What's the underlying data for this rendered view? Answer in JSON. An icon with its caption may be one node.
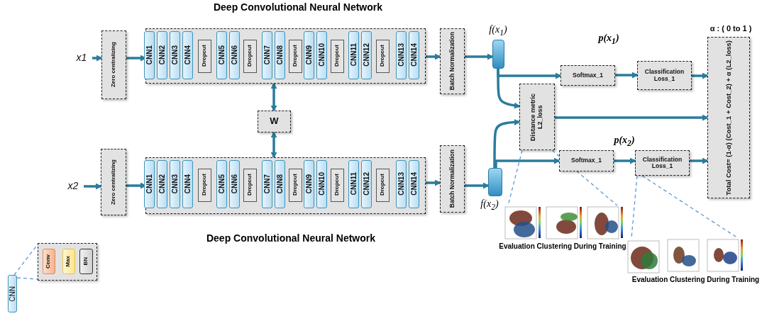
{
  "diagram": {
    "title": "Deep Convolutional Neural Network",
    "nodes": [
      {
        "text": [
          "x1"
        ]
      },
      {
        "text": [
          "Zero centralizing"
        ]
      },
      {
        "text": [],
        "shape": "box"
      },
      {
        "text": [
          "CNN1"
        ],
        "in": 2
      },
      {
        "text": [
          "CNN2"
        ],
        "in": 2
      },
      {
        "text": [
          "CNN3"
        ],
        "in": 2
      },
      {
        "text": [
          "CNN4"
        ],
        "in": 2
      },
      {
        "text": [
          "Dropout"
        ],
        "in": 2
      },
      {
        "text": [
          "CNN5"
        ],
        "in": 2
      },
      {
        "text": [
          "CNN6"
        ],
        "in": 2
      },
      {
        "text": [
          "Dropout"
        ],
        "in": 2
      },
      {
        "text": [
          "CNN7"
        ],
        "in": 2
      },
      {
        "text": [
          "CNN8"
        ],
        "in": 2
      },
      {
        "text": [
          "Dropout"
        ],
        "in": 2
      },
      {
        "text": [
          "CNN9"
        ],
        "in": 2
      },
      {
        "text": [
          "CNN10"
        ],
        "in": 2
      },
      {
        "text": [
          "Dropout"
        ],
        "in": 2
      },
      {
        "text": [
          "CNN11"
        ],
        "in": 2
      },
      {
        "text": [
          "CNN12"
        ],
        "in": 2
      },
      {
        "text": [
          "Dropout"
        ],
        "in": 2
      },
      {
        "text": [
          "CNN13"
        ],
        "in": 2
      },
      {
        "text": [
          "CNN14"
        ],
        "in": 2
      },
      {
        "text": [
          "Batch Normalization"
        ]
      },
      {
        "text": [],
        "shape": "box",
        "beside": [
          "f(x$_{1}$)"
        ]
      },
      {
        "text": [
          "W"
        ]
      },
      {
        "text": [
          "x2"
        ]
      },
      {
        "text": [
          "Zero centralizing"
        ]
      },
      {
        "text": [],
        "shape": "box"
      },
      {
        "text": [
          "CNN1"
        ],
        "in": 27
      },
      {
        "text": [
          "CNN2"
        ],
        "in": 27
      },
      {
        "text": [
          "CNN3"
        ],
        "in": 27
      },
      {
        "text": [
          "CNN4"
        ],
        "in": 27
      },
      {
        "text": [
          "Dropout"
        ],
        "in": 27
      },
      {
        "text": [
          "CNN5"
        ],
        "in": 27
      },
      {
        "text": [
          "CNN6"
        ],
        "in": 27
      },
      {
        "text": [
          "Dropout"
        ],
        "in": 27
      },
      {
        "text": [
          "CNN7"
        ],
        "in": 27
      },
      {
        "text": [
          "CNN8"
        ],
        "in": 27
      },
      {
        "text": [
          "Dropout"
        ],
        "in": 27
      },
      {
        "text": [
          "CNN9"
        ],
        "in": 27
      },
      {
        "text": [
          "CNN10"
        ],
        "in": 27
      },
      {
        "text": [
          "Dropout"
        ],
        "in": 27
      },
      {
        "text": [
          "CNN11"
        ],
        "in": 27
      },
      {
        "text": [
          "CNN12"
        ],
        "in": 27
      },
      {
        "text": [
          "Dropout"
        ],
        "in": 27
      },
      {
        "text": [
          "CNN13"
        ],
        "in": 27
      },
      {
        "text": [
          "CNN14"
        ],
        "in": 27
      },
      {
        "text": [
          "Batch Normalization"
        ]
      },
      {
        "text": [],
        "shape": "box",
        "beside": [
          "f(x$_{2}$)"
        ]
      },
      {
        "text": [
          "Softmax_1"
        ]
      },
      {
        "text": [
          "Classification Loss_1"
        ]
      },
      {
        "text": [
          "Distance metric L2_loss"
        ]
      },
      {
        "text": [
          "Softmax_1"
        ]
      },
      {
        "text": [
          "Classification Loss_1"
        ]
      },
      {
        "text": [
          "Total Cost= (1-α) (Cost_1 + Cost_2) + α (L2_loss)"
        ],
        "beside": [
          "α : ( 0 to 1 )"
        ]
      },
      {
        "text": [],
        "shape": "picture",
        "beside": [
          "Evaluation Clustering During Training"
        ]
      },
      {
        "text": [],
        "shape": "picture",
        "beside": [
          "Evaluation Clustering During Training"
        ]
      },
      {
        "text": [
          "CNN"
        ]
      },
      {
        "text": [],
        "shape": "box"
      },
      {
        "text": [
          "Conv"
        ],
        "in": 58
      },
      {
        "text": [
          "Max"
        ],
        "in": 58
      },
      {
        "text": [
          "BN"
        ],
        "in": 58
      }
    ],
    "edges": [
      {
        "from": 0,
        "to": 1,
        "arrow": "to"
      },
      {
        "from": 1,
        "to": 2,
        "arrow": "to"
      },
      {
        "from": 2,
        "to": 22,
        "arrow": "to"
      },
      {
        "from": 22,
        "to": 23,
        "arrow": "to"
      },
      {
        "from": 23,
        "to": 49,
        "arrow": "to"
      },
      {
        "from": 23,
        "to": 51,
        "arrow": "to"
      },
      {
        "from": 49,
        "to": 50,
        "arrow": "to"
      },
      {
        "from": 50,
        "to": 54,
        "arrow": "to"
      },
      {
        "from": 51,
        "to": 54,
        "arrow": "to"
      },
      {
        "from": 24,
        "to": 2,
        "arrow": "both"
      },
      {
        "from": 24,
        "to": 27,
        "arrow": "both"
      },
      {
        "from": 25,
        "to": 26,
        "arrow": "to"
      },
      {
        "from": 26,
        "to": 27,
        "arrow": "to"
      },
      {
        "from": 27,
        "to": 47,
        "arrow": "to"
      },
      {
        "from": 47,
        "to": 48,
        "arrow": "to"
      },
      {
        "from": 48,
        "to": 51,
        "arrow": "to"
      },
      {
        "from": 48,
        "to": 52,
        "arrow": "to"
      },
      {
        "from": 52,
        "to": 53,
        "arrow": "to"
      },
      {
        "from": 53,
        "to": 54,
        "arrow": "to"
      },
      {
        "from": 51,
        "to": 55,
        "arrow": "none",
        "style": "dashed",
        "color": "#5b9bd5"
      },
      {
        "from": 51,
        "to": 55,
        "arrow": "none",
        "style": "dashed",
        "color": "#5b9bd5"
      },
      {
        "from": 53,
        "to": 56,
        "arrow": "none",
        "style": "dashed",
        "color": "#5b9bd5"
      },
      {
        "from": 53,
        "to": 56,
        "arrow": "none",
        "style": "dashed",
        "color": "#5b9bd5"
      },
      {
        "from": 57,
        "to": 58,
        "arrow": "none",
        "style": "dashed",
        "color": "#5b9bd5"
      },
      {
        "from": 57,
        "to": 58,
        "arrow": "none",
        "style": "dashed",
        "color": "#5b9bd5"
      }
    ],
    "labels": [
      "p(x$_{1}$)",
      "p(x$_{2}$)",
      "Deep Convolutional Neural Network"
    ]
  }
}
